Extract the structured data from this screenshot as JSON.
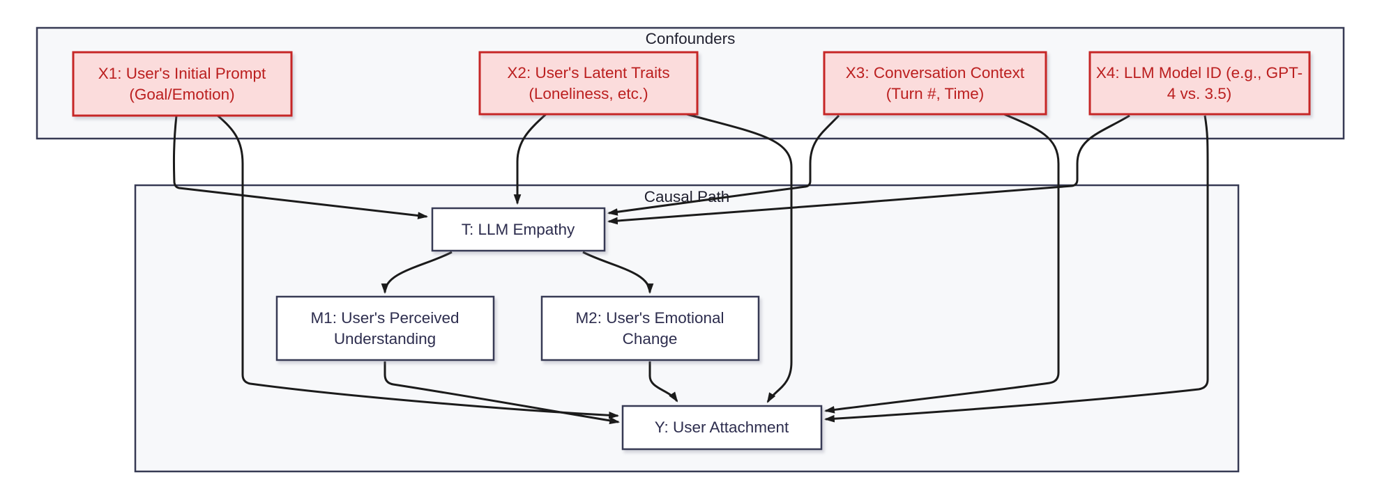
{
  "diagram": {
    "clusters": {
      "confounders": {
        "label": "Confounders"
      },
      "causal_path": {
        "label": "Causal Path"
      }
    },
    "nodes": {
      "x1": {
        "line1": "X1: User's Initial Prompt",
        "line2": "(Goal/Emotion)"
      },
      "x2": {
        "line1": "X2: User's Latent Traits",
        "line2": "(Loneliness, etc.)"
      },
      "x3": {
        "line1": "X3: Conversation Context",
        "line2": "(Turn #, Time)"
      },
      "x4": {
        "line1": "X4: LLM Model ID (e.g., GPT-",
        "line2": "4 vs. 3.5)"
      },
      "t": {
        "line1": "T: LLM Empathy"
      },
      "m1": {
        "line1": "M1: User's Perceived",
        "line2": "Understanding"
      },
      "m2": {
        "line1": "M2: User's Emotional",
        "line2": "Change"
      },
      "y": {
        "line1": "Y: User Attachment"
      }
    },
    "edges": [
      {
        "from": "X1",
        "to": "T"
      },
      {
        "from": "X2",
        "to": "T"
      },
      {
        "from": "X3",
        "to": "T"
      },
      {
        "from": "X4",
        "to": "T"
      },
      {
        "from": "X1",
        "to": "Y"
      },
      {
        "from": "X2",
        "to": "Y"
      },
      {
        "from": "X3",
        "to": "Y"
      },
      {
        "from": "X4",
        "to": "Y"
      },
      {
        "from": "T",
        "to": "M1"
      },
      {
        "from": "T",
        "to": "M2"
      },
      {
        "from": "M1",
        "to": "Y"
      },
      {
        "from": "M2",
        "to": "Y"
      }
    ]
  },
  "colors": {
    "bg": "#ffffff",
    "cluster-fill": "#f7f8fa",
    "cluster-stroke": "#373a54",
    "node-fill": "#ffffff",
    "node-stroke": "#373a54",
    "node-text": "#2d2d4e",
    "conf-fill": "#fbdcdc",
    "conf-stroke": "#c62626",
    "conf-text": "#bb1f1f",
    "edge": "#1b1b1b",
    "label-text": "#1f1f2e"
  }
}
